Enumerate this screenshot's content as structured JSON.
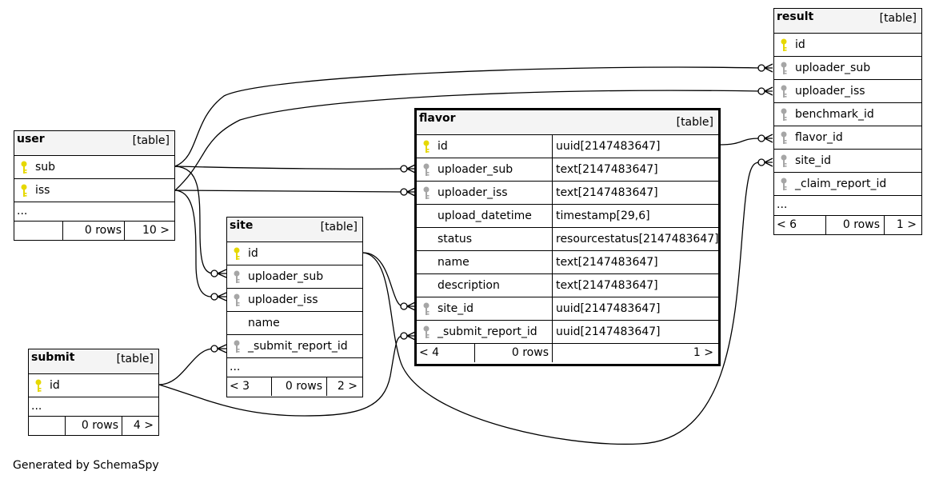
{
  "diagram": {
    "footer": "Generated by SchemaSpy",
    "type_label": "[table]",
    "ellipsis": "...",
    "tables": {
      "user": {
        "name": "user",
        "columns": [
          {
            "name": "sub",
            "key": "primary"
          },
          {
            "name": "iss",
            "key": "primary"
          }
        ],
        "footer": {
          "left": "",
          "rows": "0 rows",
          "right": "10 >"
        }
      },
      "site": {
        "name": "site",
        "columns": [
          {
            "name": "id",
            "key": "primary"
          },
          {
            "name": "uploader_sub",
            "key": "foreign"
          },
          {
            "name": "uploader_iss",
            "key": "foreign"
          },
          {
            "name": "name",
            "key": "none"
          },
          {
            "name": "_submit_report_id",
            "key": "foreign"
          }
        ],
        "footer": {
          "left": "< 3",
          "rows": "0 rows",
          "right": "2 >"
        }
      },
      "submit": {
        "name": "submit",
        "columns": [
          {
            "name": "id",
            "key": "primary"
          }
        ],
        "footer": {
          "left": "",
          "rows": "0 rows",
          "right": "4 >"
        }
      },
      "flavor": {
        "name": "flavor",
        "columns": [
          {
            "name": "id",
            "type": "uuid[2147483647]",
            "key": "primary"
          },
          {
            "name": "uploader_sub",
            "type": "text[2147483647]",
            "key": "foreign"
          },
          {
            "name": "uploader_iss",
            "type": "text[2147483647]",
            "key": "foreign"
          },
          {
            "name": "upload_datetime",
            "type": "timestamp[29,6]",
            "key": "none"
          },
          {
            "name": "status",
            "type": "resourcestatus[2147483647]",
            "key": "none"
          },
          {
            "name": "name",
            "type": "text[2147483647]",
            "key": "none"
          },
          {
            "name": "description",
            "type": "text[2147483647]",
            "key": "none"
          },
          {
            "name": "site_id",
            "type": "uuid[2147483647]",
            "key": "foreign"
          },
          {
            "name": "_submit_report_id",
            "type": "uuid[2147483647]",
            "key": "foreign"
          }
        ],
        "footer": {
          "left": "< 4",
          "rows": "0 rows",
          "right": "1 >"
        }
      },
      "result": {
        "name": "result",
        "columns": [
          {
            "name": "id",
            "key": "primary"
          },
          {
            "name": "uploader_sub",
            "key": "foreign"
          },
          {
            "name": "uploader_iss",
            "key": "foreign"
          },
          {
            "name": "benchmark_id",
            "key": "foreign"
          },
          {
            "name": "flavor_id",
            "key": "foreign"
          },
          {
            "name": "site_id",
            "key": "foreign"
          },
          {
            "name": "_claim_report_id",
            "key": "foreign"
          }
        ],
        "footer": {
          "left": "< 6",
          "rows": "0 rows",
          "right": "1 >"
        }
      }
    },
    "colors": {
      "primary_key": "#e6d800",
      "foreign_key": "#a6a6a6",
      "header": "#f4f4f4"
    }
  }
}
